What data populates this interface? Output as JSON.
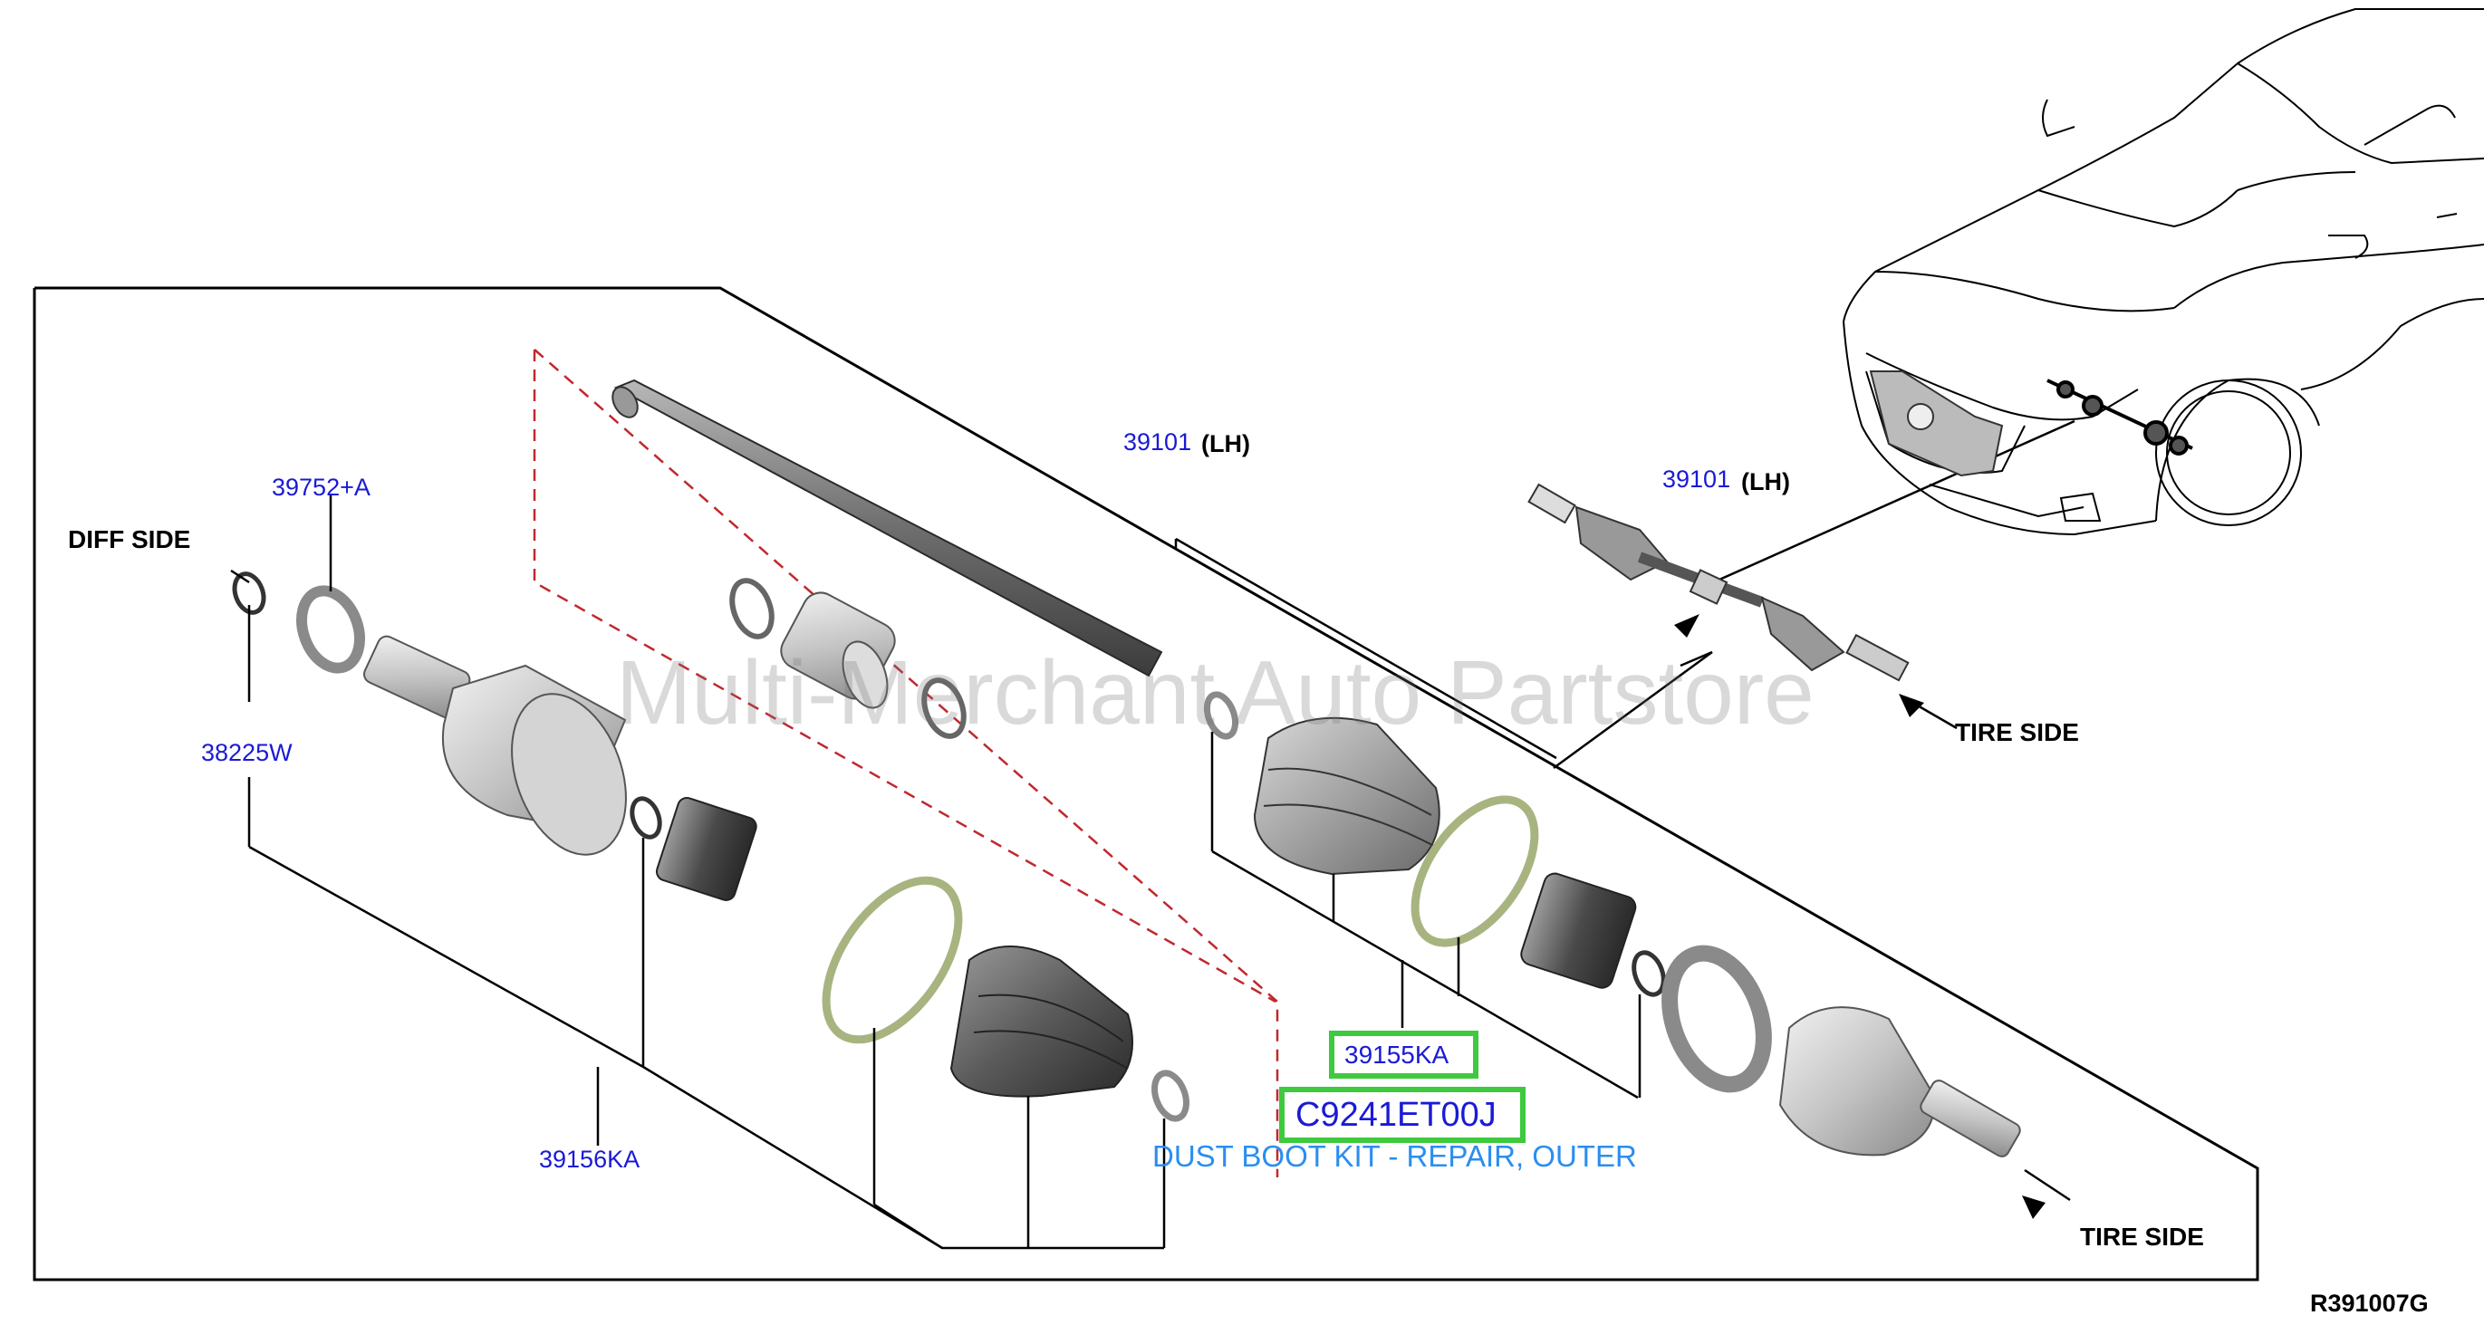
{
  "watermark": "Multi-Merchant Auto Partstore",
  "diagram_code": "R391007G",
  "labels": {
    "diff_side": "DIFF SIDE",
    "tire_side_main": "TIRE SIDE",
    "tire_side_inset": "TIRE SIDE",
    "p39752": "39752+A",
    "p38225": "38225W",
    "p39156": "39156KA",
    "p39101_main": "39101",
    "p39101_main_suffix": "(LH)",
    "p39101_inset": "39101",
    "p39101_inset_suffix": "(LH)",
    "p39155": "39155KA",
    "highlighted_part": "C9241ET00J",
    "highlighted_desc": "DUST BOOT KIT - REPAIR, OUTER"
  },
  "colors": {
    "part_number": "#1a1ad6",
    "highlight_border": "#3ec93e",
    "description": "#2a8ef0",
    "kit_dash": "#c0282d"
  }
}
